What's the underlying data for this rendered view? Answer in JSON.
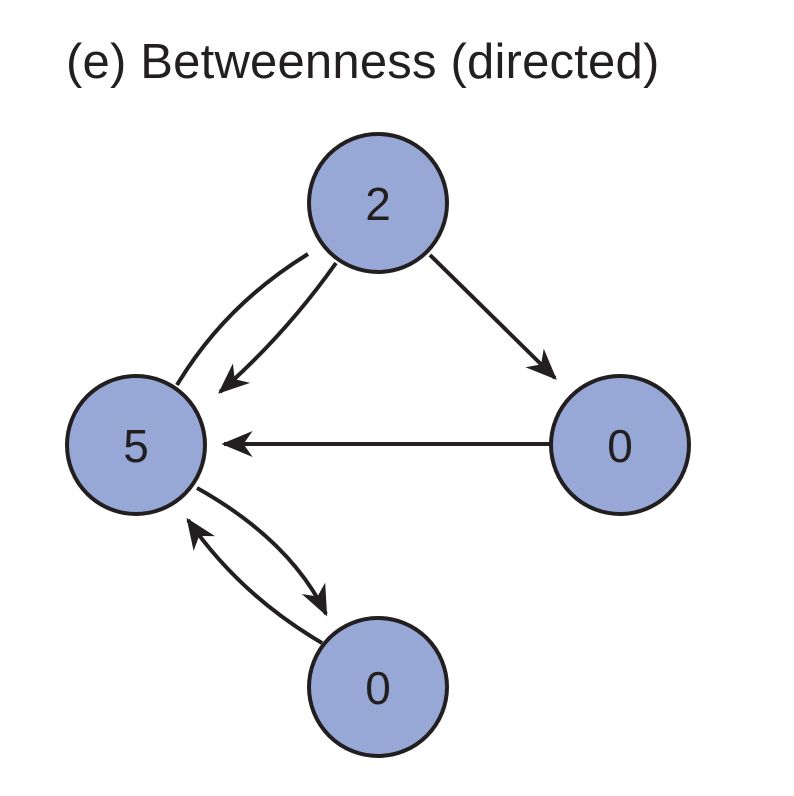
{
  "figure": {
    "title": "(e) Betweenness (directed)"
  },
  "nodes": {
    "top": {
      "label": "2",
      "color": "#98a8d6"
    },
    "left": {
      "label": "5",
      "color": "#98a8d6"
    },
    "right": {
      "label": "0",
      "color": "#98a8d6"
    },
    "bottom": {
      "label": "0",
      "color": "#98a8d6"
    }
  },
  "edges": [
    {
      "from": "top",
      "to": "left"
    },
    {
      "from": "top",
      "to": "right"
    },
    {
      "from": "right",
      "to": "left"
    },
    {
      "from": "left",
      "to": "bottom"
    },
    {
      "from": "bottom",
      "to": "left"
    }
  ],
  "colors": {
    "node_fill": "#98a8d6",
    "stroke": "#231f20"
  }
}
